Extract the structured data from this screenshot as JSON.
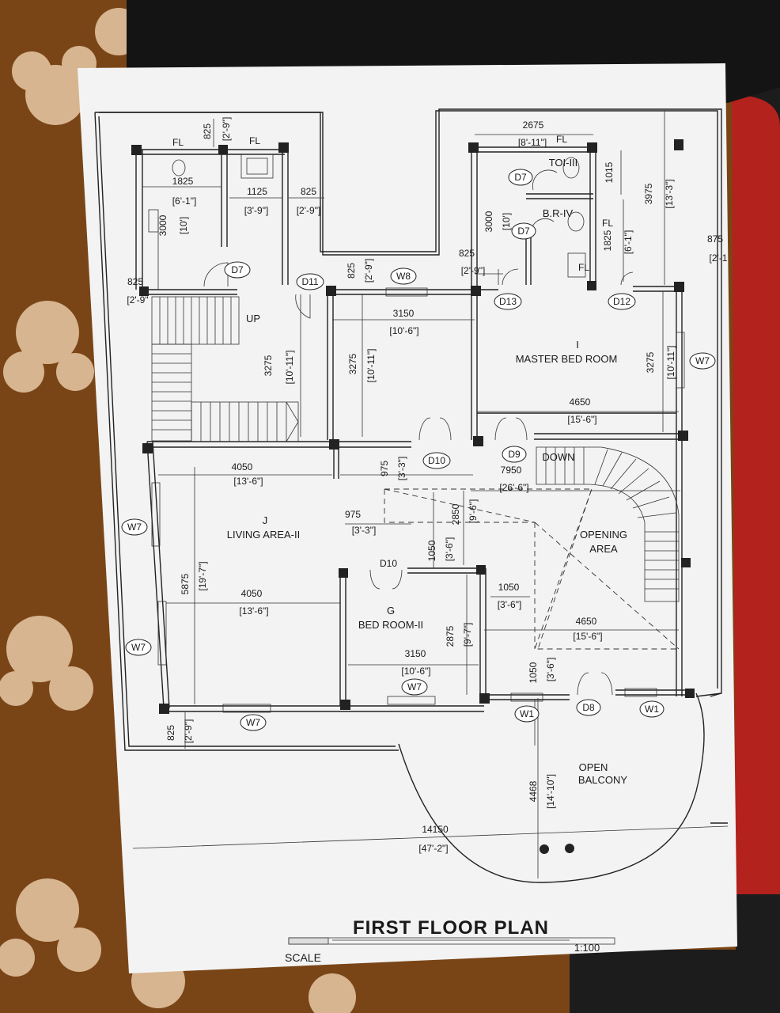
{
  "title": "FIRST FLOOR PLAN",
  "scale_label": "SCALE",
  "scale_value": "1:100",
  "rooms": {
    "master_letter": "I",
    "master": "MASTER BED ROOM",
    "living_letter": "J",
    "living": "LIVING AREA-II",
    "bed2_letter": "G",
    "bed2": "BED ROOM-II",
    "opening_1": "OPENING",
    "opening_2": "AREA",
    "balcony_1": "OPEN",
    "balcony_2": "BALCONY",
    "toi3": "TOI-III",
    "br4": "B.R-IV",
    "up": "UP",
    "down": "DOWN",
    "fl": "FL"
  },
  "tags": {
    "d7": "D7",
    "d8": "D8",
    "d9": "D9",
    "d10": "D10",
    "d11": "D11",
    "d12": "D12",
    "d13": "D13",
    "w1": "W1",
    "w7": "W7",
    "w8": "W8"
  },
  "dims": {
    "d825": "825",
    "f2_9": "[2'-9\"]",
    "d1825": "1825",
    "f6_1": "[6'-1\"]",
    "d1125": "1125",
    "f3_9": "[3'-9\"]",
    "d3000": "3000",
    "f10": "[10']",
    "d2675": "2675",
    "f8_11": "[8'-11\"]",
    "d1015": "1015",
    "d3975": "3975",
    "f13_3": "[13'-3\"]",
    "d875": "875",
    "f2_1": "[2'-1",
    "d3150": "3150",
    "f10_6": "[10'-6\"]",
    "d3275": "3275",
    "f10_11": "[10'-11\"]",
    "d4650": "4650",
    "f15_6": "[15'-6\"]",
    "d4050": "4050",
    "f13_6": "[13'-6\"]",
    "d975": "975",
    "f3_3": "[3'-3\"]",
    "d7950": "7950",
    "f26_6": "[26'-6\"]",
    "d2850": "2850",
    "f9_6": "[9'-6\"]",
    "d1050": "1050",
    "f3_6": "[3'-6\"]",
    "d5875": "5875",
    "f19_7": "[19'-7\"]",
    "d2875": "2875",
    "f9_7": "[9'-7\"]",
    "d4468": "4468",
    "f14_10": "[14'-10\"]",
    "d14150": "14150",
    "f47_2": "[47'-2\"]",
    "f2_9b": "[2'-9\""
  }
}
